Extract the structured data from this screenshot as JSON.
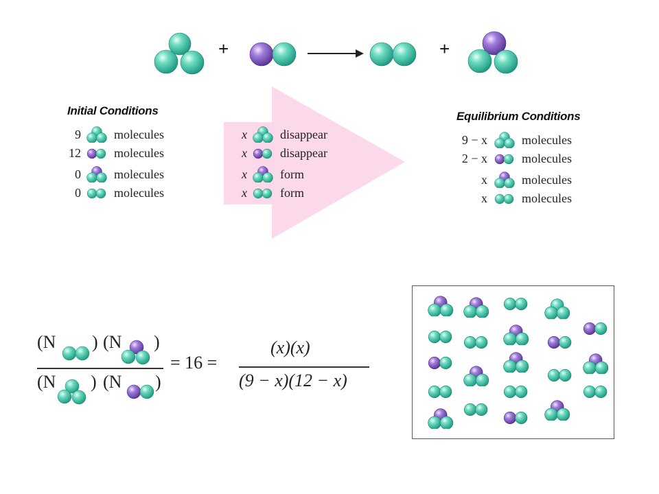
{
  "reaction": {
    "plus_1": "+",
    "plus_2": "+"
  },
  "initial": {
    "heading": "Initial Conditions",
    "rows": [
      {
        "count": "9",
        "species": "triatomic-teal",
        "label": "molecules"
      },
      {
        "count": "12",
        "species": "diatomic-mixed",
        "label": "molecules"
      },
      {
        "count": "0",
        "species": "triatomic-mixed",
        "label": "molecules"
      },
      {
        "count": "0",
        "species": "diatomic-teal",
        "label": "molecules"
      }
    ]
  },
  "change": {
    "rows": [
      {
        "var": "x",
        "species": "triatomic-teal",
        "label": "disappear"
      },
      {
        "var": "x",
        "species": "diatomic-mixed",
        "label": "disappear"
      },
      {
        "var": "x",
        "species": "triatomic-mixed",
        "label": "form"
      },
      {
        "var": "x",
        "species": "diatomic-teal",
        "label": "form"
      }
    ]
  },
  "equilibrium": {
    "heading": "Equilibrium Conditions",
    "rows": [
      {
        "count": "9 − x",
        "species": "triatomic-teal",
        "label": "molecules"
      },
      {
        "count": "2 − x",
        "species": "diatomic-mixed",
        "label": "molecules"
      },
      {
        "count": "x",
        "species": "triatomic-mixed",
        "label": "molecules"
      },
      {
        "count": "x",
        "species": "diatomic-teal",
        "label": "molecules"
      }
    ]
  },
  "equation": {
    "open_paren": "(N",
    "close_paren": ")",
    "equals_value": "= 16 =",
    "rhs_numerator": "(x)(x)",
    "rhs_denominator": "(9 − x)(12 − x)"
  },
  "colors": {
    "teal": "#3fc4a8",
    "purple": "#8b5fc4",
    "arrow_fill": "#fbd8ea",
    "text": "#222222"
  }
}
